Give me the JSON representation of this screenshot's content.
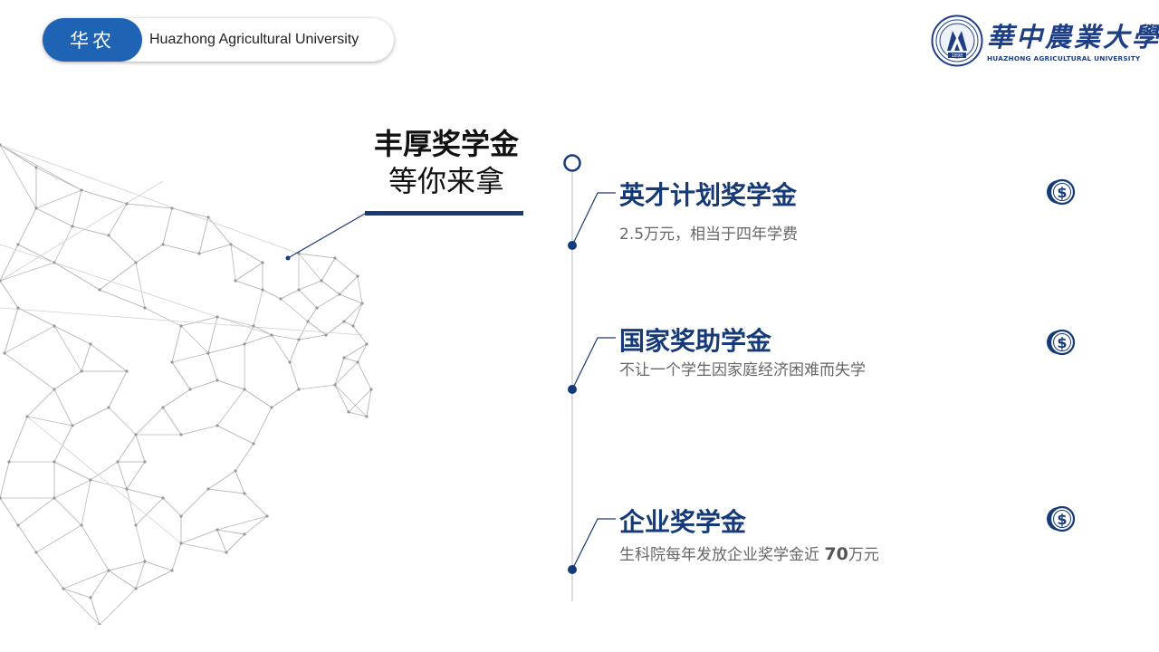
{
  "header": {
    "tag": "华农",
    "university_en": "Huazhong Agricultural University"
  },
  "logo": {
    "name_cn": "華中農業大學",
    "name_en": "HUAZHONG AGRICULTURAL UNIVERSITY",
    "emblem_year": "1898"
  },
  "headline": {
    "line1": "丰厚奖学金",
    "line2": "等你来拿"
  },
  "items": [
    {
      "title": "英才计划奖学金",
      "desc": "2.5万元，相当于四年学费",
      "icon": "dollar-coin-icon"
    },
    {
      "title": "国家奖助学金",
      "desc": "不让一个学生因家庭经济困难而失学",
      "icon": "dollar-coin-icon"
    },
    {
      "title": "企业奖学金",
      "desc_prefix": "生科院每年发放企业奖学金近 ",
      "desc_bold": "70",
      "desc_suffix": "万元",
      "icon": "dollar-coin-icon"
    }
  ],
  "colors": {
    "brand_blue": "#1f63b4",
    "navy": "#163a78",
    "logo_blue": "#1e3f86"
  }
}
